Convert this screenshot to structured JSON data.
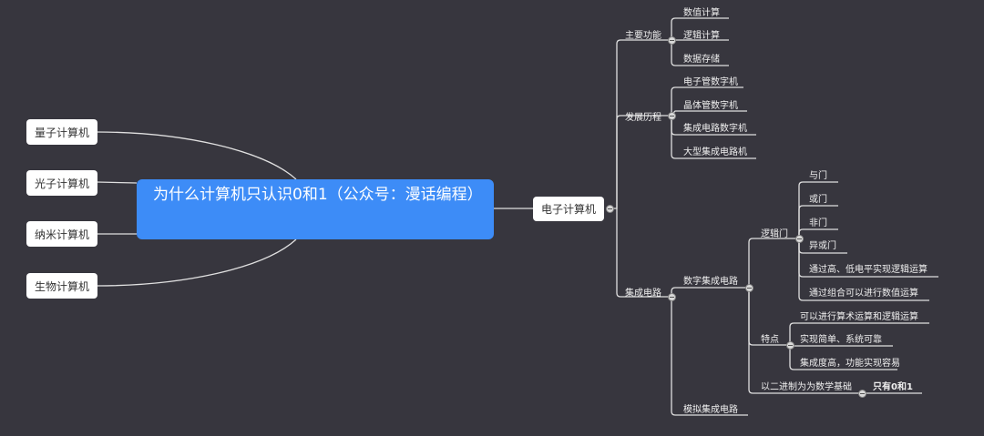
{
  "root": {
    "title": "为什么计算机只认识0和1（公众号：漫话编程）"
  },
  "left_nodes": [
    "量子计算机",
    "光子计算机",
    "纳米计算机",
    "生物计算机"
  ],
  "main_branch": {
    "label": "电子计算机",
    "children": [
      {
        "label": "主要功能",
        "children": [
          "数值计算",
          "逻辑计算",
          "数据存储"
        ]
      },
      {
        "label": "发展历程",
        "children": [
          "电子管数字机",
          "晶体管数字机",
          "集成电路数字机",
          "大型集成电路机"
        ]
      },
      {
        "label": "集成电路",
        "children": [
          {
            "label": "数字集成电路",
            "children": [
              {
                "label": "逻辑门",
                "children": [
                  "与门",
                  "或门",
                  "非门",
                  "异或门",
                  "通过高、低电平实现逻辑运算",
                  "通过组合可以进行数值运算"
                ]
              },
              {
                "label": "特点",
                "children": [
                  "可以进行算术运算和逻辑运算",
                  "实现简单、系统可靠",
                  "集成度高，功能实现容易"
                ]
              },
              {
                "label": "以二进制为为数学基础",
                "children": [
                  "只有0和1"
                ]
              }
            ]
          },
          {
            "label": "模拟集成电路"
          }
        ]
      }
    ]
  },
  "colors": {
    "background": "#37363e",
    "root": "#3d8cf7",
    "line": "#e6e6e6"
  }
}
